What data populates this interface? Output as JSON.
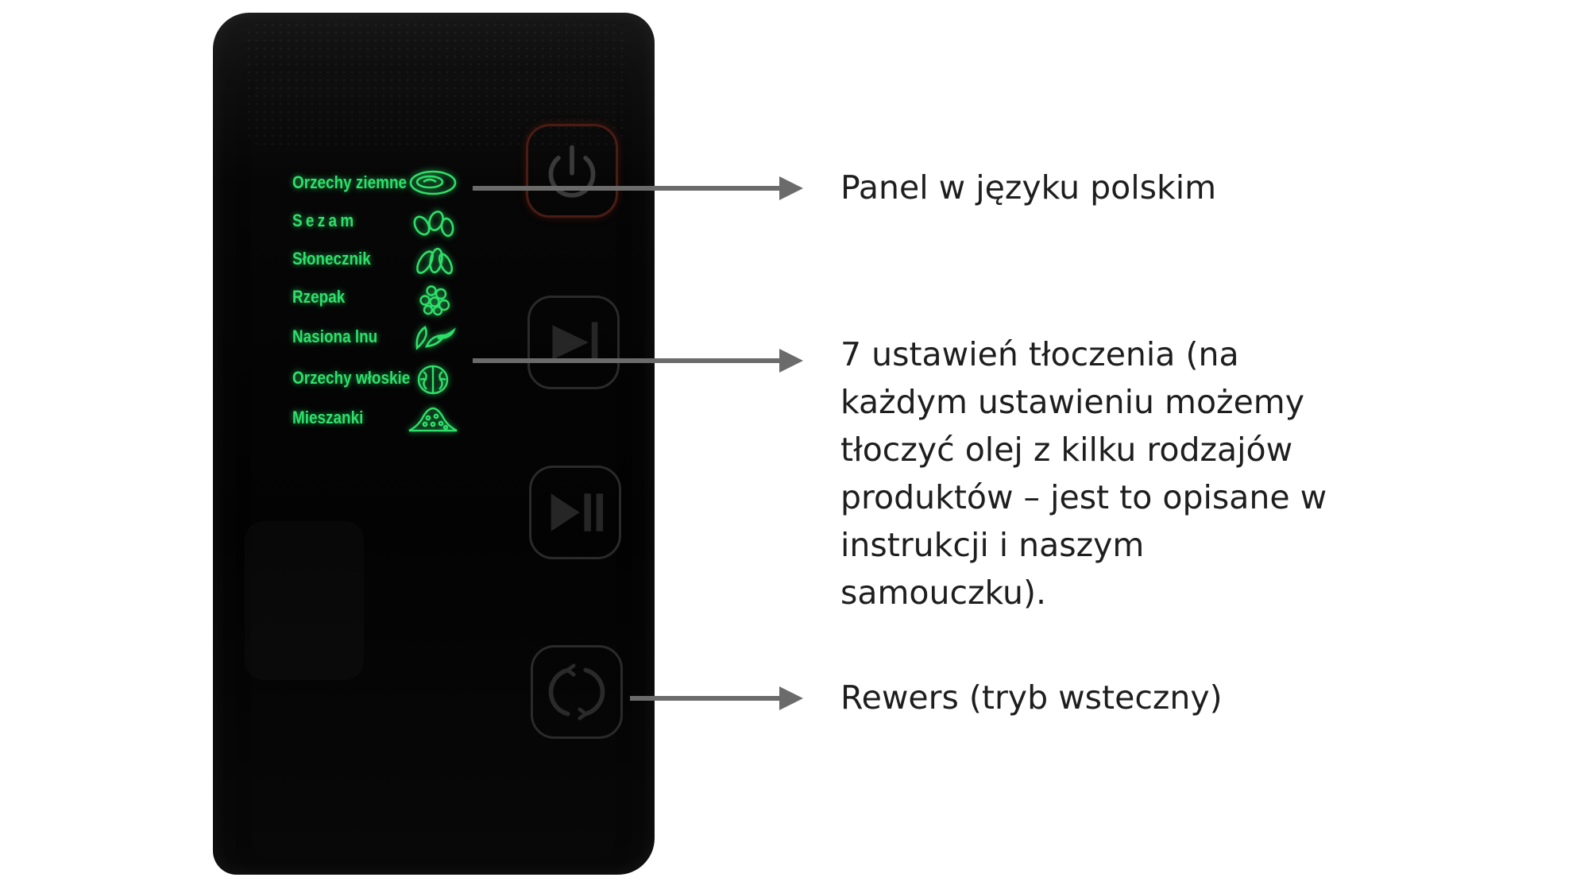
{
  "display": {
    "items": [
      {
        "label": "Orzechy ziemne",
        "icon": "peanut-icon"
      },
      {
        "label": "Sezam",
        "icon": "sesame-seeds-icon"
      },
      {
        "label": "Słonecznik",
        "icon": "sunflower-seeds-icon"
      },
      {
        "label": "Rzepak",
        "icon": "rapeseed-icon"
      },
      {
        "label": "Nasiona lnu",
        "icon": "flax-seeds-icon"
      },
      {
        "label": "Orzechy włoskie",
        "icon": "walnut-icon"
      },
      {
        "label": "Mieszanki",
        "icon": "mix-icon"
      }
    ],
    "glow_color": "#2ee06a"
  },
  "buttons": [
    {
      "name": "power-button",
      "icon": "power-icon"
    },
    {
      "name": "play-button",
      "icon": "play-icon"
    },
    {
      "name": "play-pause-button",
      "icon": "play-pause-icon"
    },
    {
      "name": "reverse-button",
      "icon": "reverse-icon"
    }
  ],
  "callouts": {
    "panel_language": "Panel w języku polskim",
    "pressing_settings": "7 ustawień tłoczenia (na każdym ustawieniu możemy tłoczyć olej z kilku rodzajów produktów – jest to opisane w instrukcji i naszym samouczku).",
    "reverse": "Rewers (tryb wsteczny)"
  },
  "colors": {
    "arrow": "#6b6b6b",
    "text": "#1e1e1e",
    "panel": "#050505"
  }
}
